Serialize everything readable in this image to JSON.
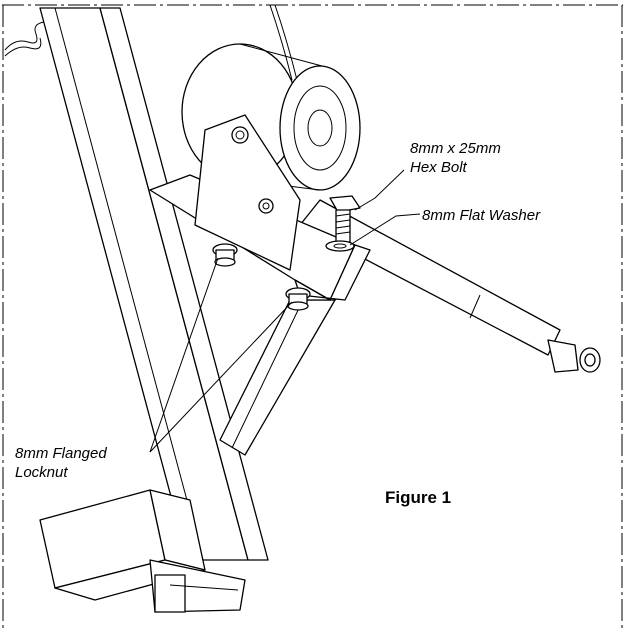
{
  "callouts": {
    "hex_bolt_line1": "8mm x 25mm",
    "hex_bolt_line2": "Hex Bolt",
    "flat_washer": "8mm Flat Washer",
    "flanged_locknut_line1": "8mm Flanged",
    "flanged_locknut_line2": "Locknut"
  },
  "figure_label": "Figure 1"
}
